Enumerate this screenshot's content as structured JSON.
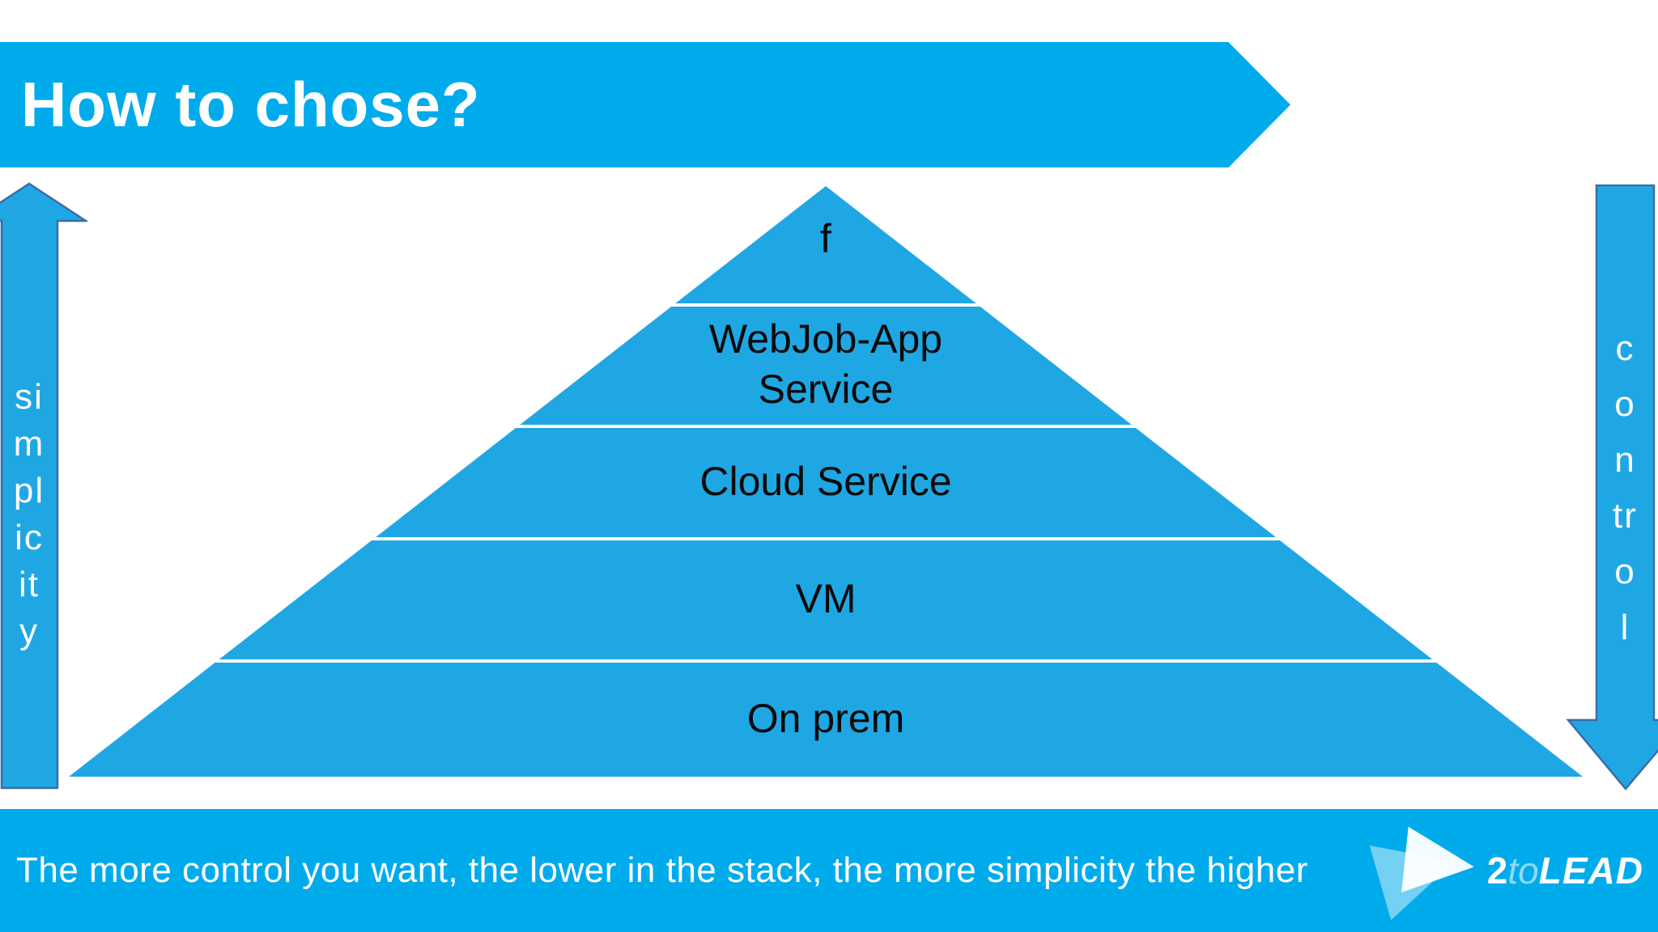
{
  "banner": {
    "title": "How to chose?"
  },
  "pyramid": {
    "layers": [
      {
        "label": "f"
      },
      {
        "label": "WebJob-App Service",
        "lines": [
          "WebJob-App",
          "Service"
        ]
      },
      {
        "label": "Cloud Service"
      },
      {
        "label": "VM"
      },
      {
        "label": "On prem"
      }
    ]
  },
  "left_arrow": {
    "word": "simplicity",
    "direction": "up",
    "segments": [
      "si",
      "m",
      "pl",
      "ic",
      "it",
      "y"
    ]
  },
  "right_arrow": {
    "word": "control",
    "direction": "down",
    "segments": [
      "c",
      "o",
      "n",
      "tr",
      "o",
      "l"
    ]
  },
  "footer": {
    "caption": "The more control you want, the lower in the stack, the more simplicity the higher",
    "logo": {
      "part1": "2",
      "part2": "to",
      "part3": "LEAD"
    }
  },
  "colors": {
    "banner_blue": "#00abec",
    "pyramid_blue": "#1fa7e4",
    "arrow_fill": "#1fa7e4",
    "arrow_outline": "#3b6ca8",
    "footer_blue": "#00abec",
    "divider_white": "#ffffff",
    "label_text": "#0a0a0a"
  }
}
